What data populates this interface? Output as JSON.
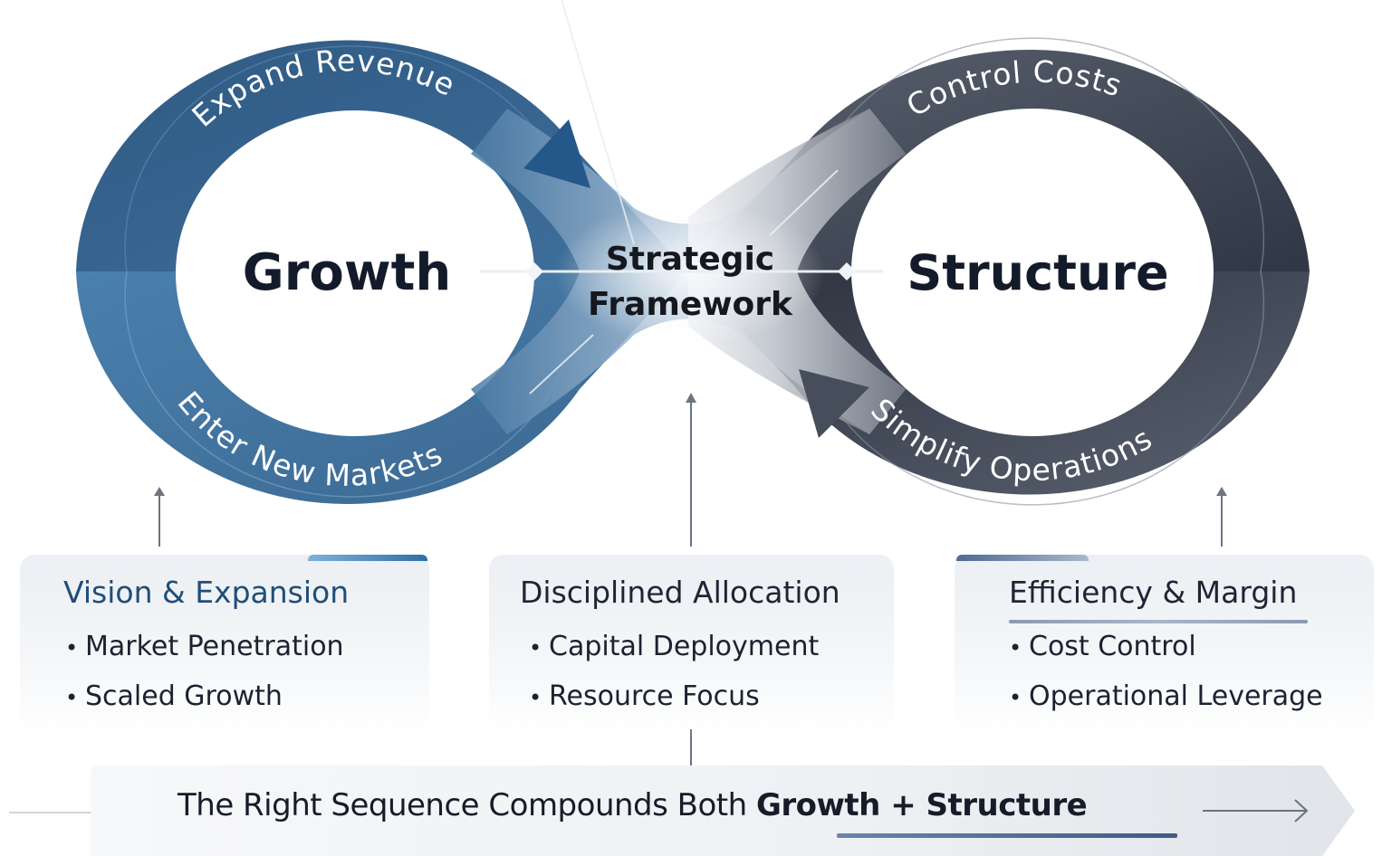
{
  "diagram": {
    "center": {
      "line1": "Strategic",
      "line2": "Framework"
    },
    "left_loop": {
      "title": "Growth",
      "top_label": "Expand Revenue",
      "bottom_label": "Enter New Markets",
      "color": "#3d6d98"
    },
    "right_loop": {
      "title": "Structure",
      "top_label": "Control Costs",
      "bottom_label": "Simplify Operations",
      "color": "#3a4250"
    }
  },
  "cards": [
    {
      "title": "Vision & Expansion",
      "items": [
        "Market Penetration",
        "Scaled Growth"
      ]
    },
    {
      "title": "Disciplined Allocation",
      "items": [
        "Capital Deployment",
        "Resource Focus"
      ]
    },
    {
      "title": "Efficiency & Margin",
      "items": [
        "Cost Control",
        "Operational Leverage"
      ]
    }
  ],
  "bullet": "•",
  "banner": {
    "prefix": "The Right Sequence Compounds Both ",
    "emphasis": "Growth + Structure"
  }
}
